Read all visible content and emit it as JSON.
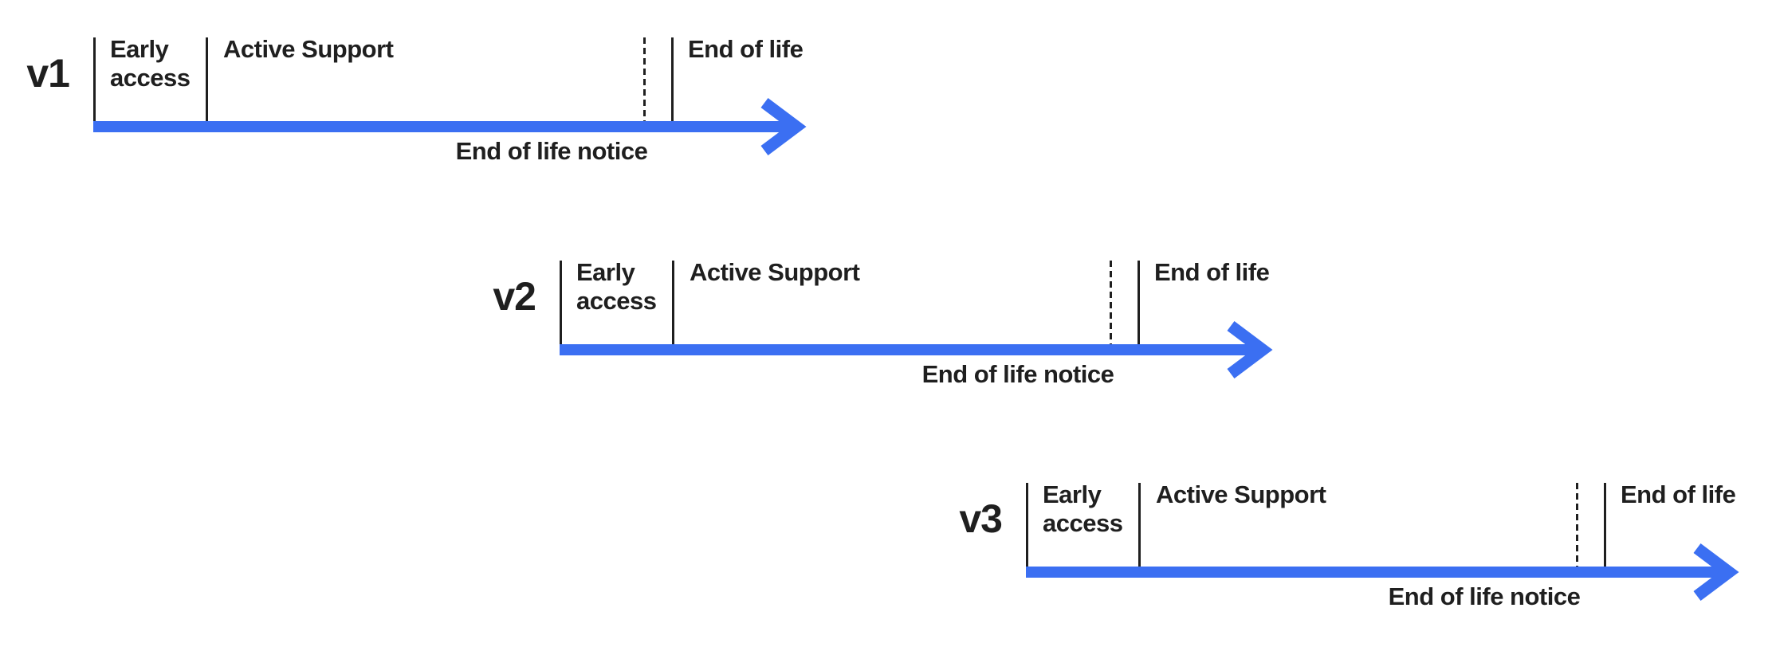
{
  "colors": {
    "ink": "#1F1F1F",
    "arrow_blue": "#3B6FF2"
  },
  "rows": [
    {
      "version": "v1",
      "early_access": "Early\naccess",
      "active_support": "Active Support",
      "end_of_life": "End of life",
      "eol_notice": "End of life notice"
    },
    {
      "version": "v2",
      "early_access": "Early\naccess",
      "active_support": "Active Support",
      "end_of_life": "End of life",
      "eol_notice": "End of life notice"
    },
    {
      "version": "v3",
      "early_access": "Early\naccess",
      "active_support": "Active Support",
      "end_of_life": "End of life",
      "eol_notice": "End of life notice"
    }
  ]
}
